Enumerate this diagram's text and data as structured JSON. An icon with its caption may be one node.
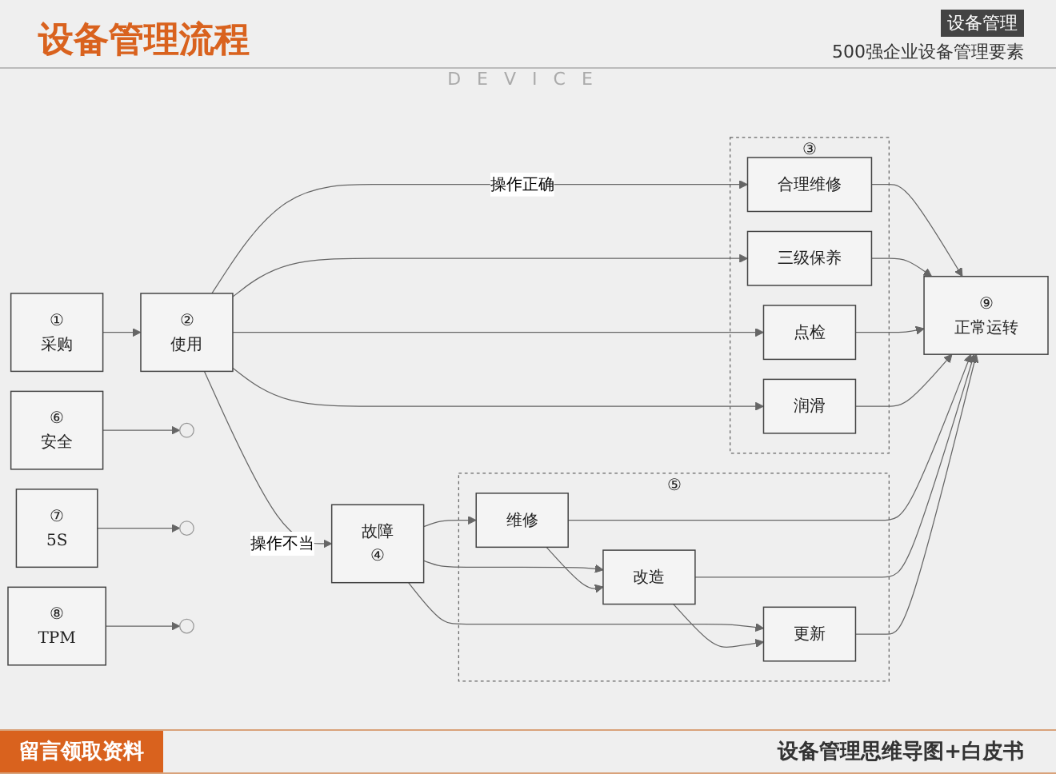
{
  "diagram": {
    "title": "设备管理流程",
    "nodes": [
      {
        "text": [
          "①",
          "采购"
        ]
      },
      {
        "text": [
          "②",
          "使用"
        ]
      },
      {
        "text": [
          "③"
        ]
      },
      {
        "text": [
          "合理维修"
        ],
        "in": 2
      },
      {
        "text": [
          "三级保养"
        ],
        "in": 2
      },
      {
        "text": [
          "点检"
        ],
        "in": 2
      },
      {
        "text": [
          "润滑"
        ],
        "in": 2
      },
      {
        "text": [
          "故障",
          "④"
        ]
      },
      {
        "text": [
          "⑤"
        ]
      },
      {
        "text": [
          "维修"
        ],
        "in": 8
      },
      {
        "text": [
          "改造"
        ],
        "in": 8
      },
      {
        "text": [
          "更新"
        ],
        "in": 8
      },
      {
        "text": [
          "⑨",
          "正常运转"
        ]
      },
      {
        "text": [
          "⑥",
          "安全"
        ]
      },
      {
        "text": [
          "⑦",
          "5S"
        ]
      },
      {
        "text": [
          "⑧",
          "TPM"
        ]
      }
    ],
    "edges": [
      {
        "from": 0,
        "to": 1,
        "arrow": "to"
      },
      {
        "from": 1,
        "to": 3,
        "arrow": "to",
        "label": "操作正确"
      },
      {
        "from": 1,
        "to": 4,
        "arrow": "to"
      },
      {
        "from": 1,
        "to": 5,
        "arrow": "to"
      },
      {
        "from": 1,
        "to": 6,
        "arrow": "to"
      },
      {
        "from": 1,
        "to": 7,
        "arrow": "to",
        "label": "操作不当"
      },
      {
        "from": 3,
        "to": 12,
        "arrow": "to"
      },
      {
        "from": 4,
        "to": 12,
        "arrow": "to"
      },
      {
        "from": 5,
        "to": 12,
        "arrow": "to"
      },
      {
        "from": 6,
        "to": 12,
        "arrow": "to"
      },
      {
        "from": 7,
        "to": 9,
        "arrow": "to"
      },
      {
        "from": 7,
        "to": 10,
        "arrow": "to"
      },
      {
        "from": 7,
        "to": 11,
        "arrow": "to"
      },
      {
        "from": 9,
        "to": 10,
        "arrow": "to"
      },
      {
        "from": 10,
        "to": 11,
        "arrow": "to"
      },
      {
        "from": 9,
        "to": 12,
        "arrow": "to"
      },
      {
        "from": 10,
        "to": 12,
        "arrow": "to"
      },
      {
        "from": 11,
        "to": 12,
        "arrow": "to"
      },
      {
        "from": 13,
        "to": null,
        "arrow": "to"
      },
      {
        "from": 14,
        "to": null,
        "arrow": "to"
      },
      {
        "from": 15,
        "to": null,
        "arrow": "to"
      }
    ],
    "labels": [
      "DEVICE",
      "设备管理",
      "500强企业设备管理要素",
      "留言领取资料",
      "设备管理思维导图+白皮书"
    ]
  }
}
